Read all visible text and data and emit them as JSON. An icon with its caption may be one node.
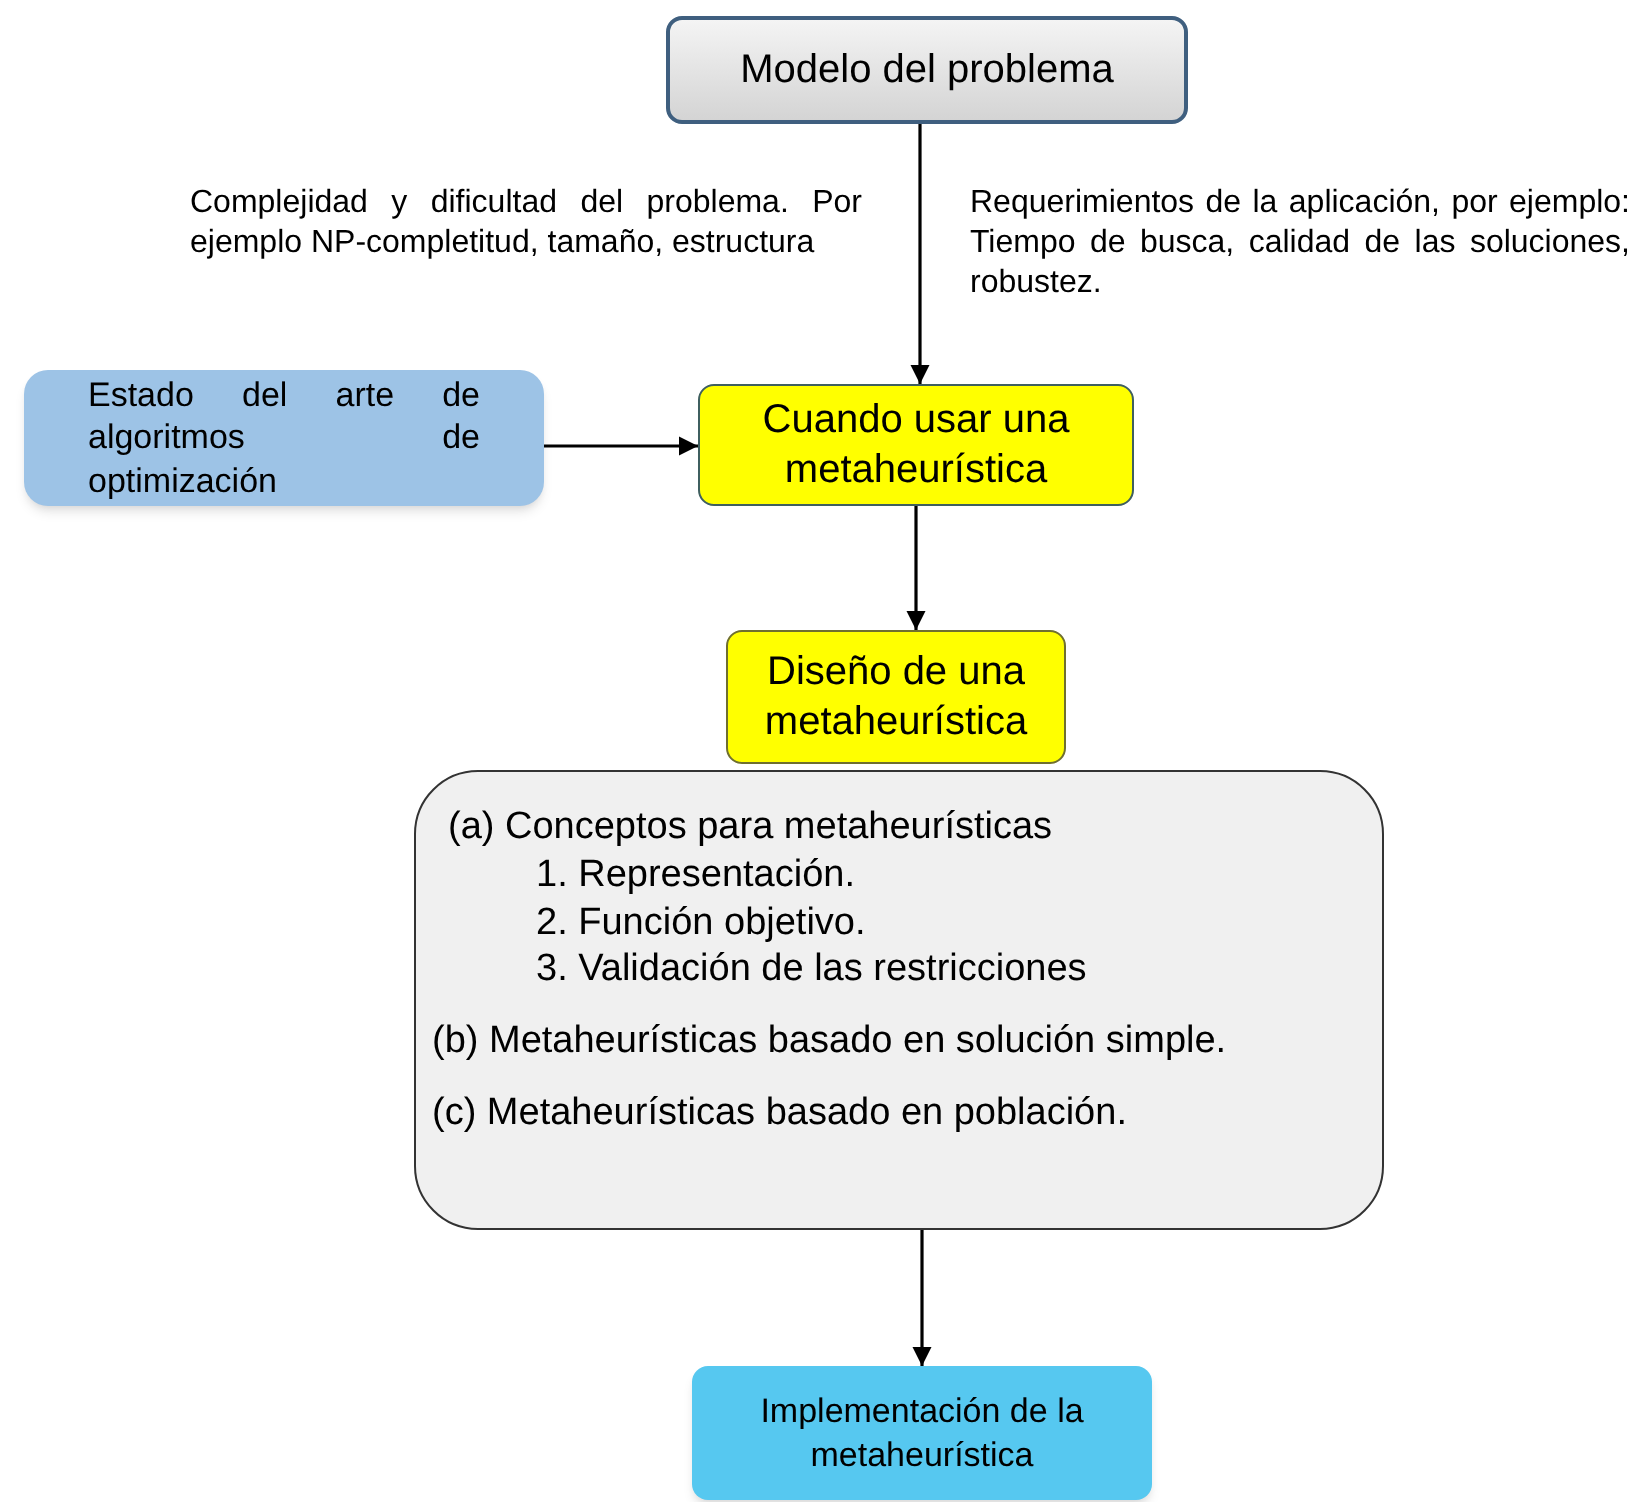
{
  "diagram": {
    "nodes": [
      {
        "text": [
          "Modelo del problema"
        ]
      },
      {
        "text": [
          "Estado del arte de algoritmos de optimización"
        ]
      },
      {
        "text": [
          "Cuando usar una metaheurística"
        ]
      },
      {
        "text": [
          "Diseño de una metaheurística"
        ]
      },
      {
        "text": [
          "(a) Conceptos para metaheurísticas",
          "1. Representación.",
          "2. Función objetivo.",
          "3. Validación de las restricciones",
          "(b) Metaheurísticas basado en solución simple.",
          "(c) Metaheurísticas basado en población."
        ]
      },
      {
        "text": [
          "Implementación de la metaheurística"
        ]
      }
    ],
    "edges": [
      {
        "from": 0,
        "to": 2,
        "arrow": "to"
      },
      {
        "from": 1,
        "to": 2,
        "arrow": "to"
      },
      {
        "from": 2,
        "to": 3,
        "arrow": "to"
      },
      {
        "from": 4,
        "to": 5,
        "arrow": "to"
      }
    ],
    "labels": [
      "Complejidad y dificultad del problema. Por ejemplo NP-completitud, tamaño, estructura",
      "Requerimientos de la aplicación, por ejemplo: Tiempo de busca, calidad de las soluciones, robustez."
    ]
  }
}
